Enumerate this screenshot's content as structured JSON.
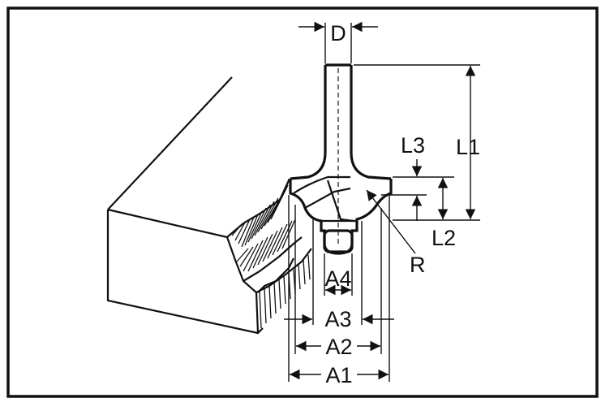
{
  "labels": {
    "D": "D",
    "L1": "L1",
    "L2": "L2",
    "L3": "L3",
    "R": "R",
    "A1": "A1",
    "A2": "A2",
    "A3": "A3",
    "A4": "A4"
  },
  "colors": {
    "ink": "#111111",
    "background": "#ffffff"
  }
}
